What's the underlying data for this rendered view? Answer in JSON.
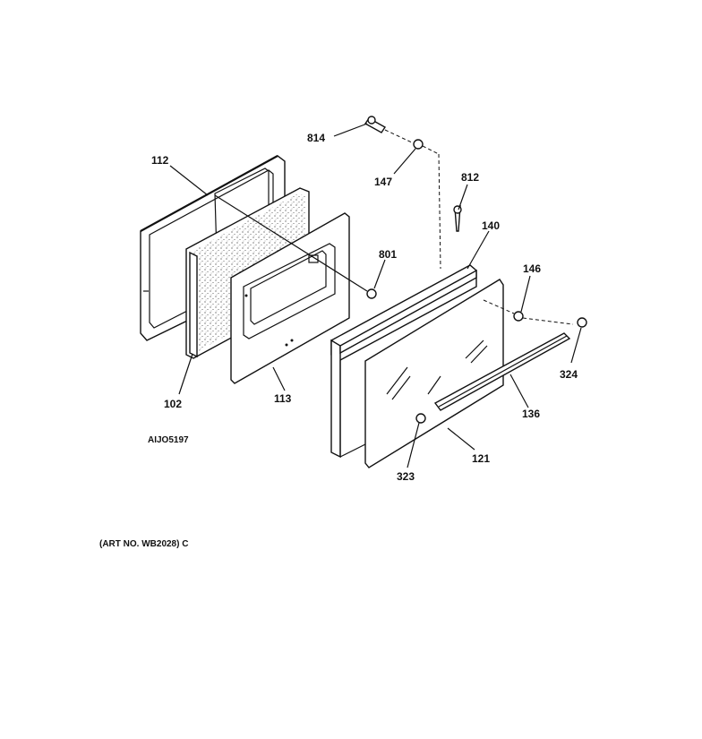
{
  "labels": {
    "p112": "112",
    "p102": "102",
    "p113": "113",
    "p814": "814",
    "p147": "147",
    "p812": "812",
    "p140": "140",
    "p801": "801",
    "p146": "146",
    "p324": "324",
    "p136": "136",
    "p121": "121",
    "p323": "323"
  },
  "figure_code": "AIJO5197",
  "art_number": "(ART NO. WB2028) C",
  "colors": {
    "line": "#111111",
    "background": "#ffffff"
  }
}
